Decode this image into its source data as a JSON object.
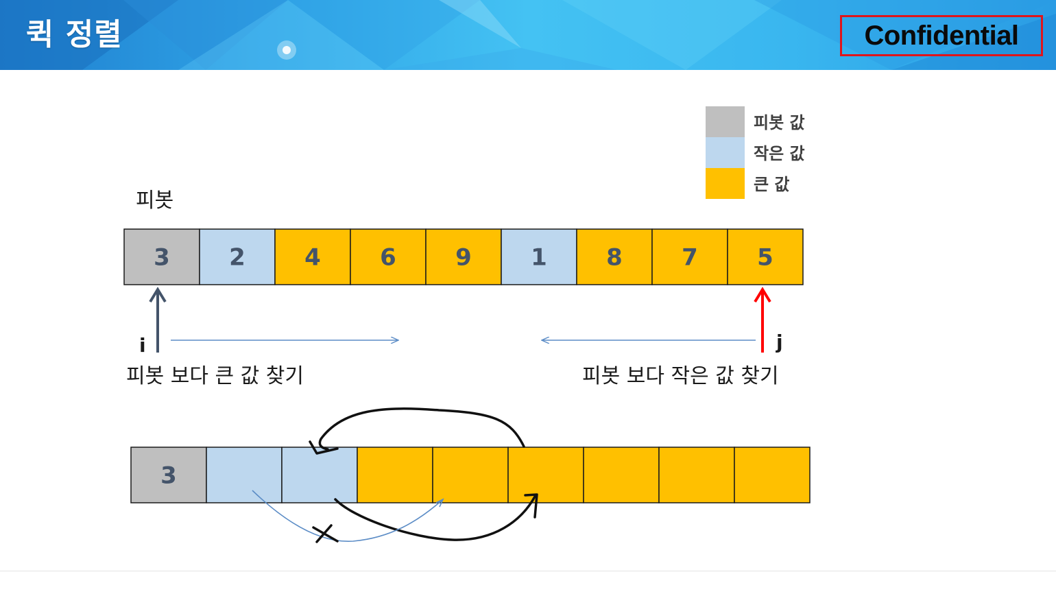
{
  "header": {
    "title": "퀵 정렬",
    "badge": "Confidential"
  },
  "legend": [
    {
      "label": "피봇 값",
      "color": "#bfbfbf"
    },
    {
      "label": "작은 값",
      "color": "#bdd7ee"
    },
    {
      "label": "큰 값",
      "color": "#ffc000"
    }
  ],
  "colors": {
    "pivot": "#bfbfbf",
    "small": "#bdd7ee",
    "large": "#ffc000",
    "cell_text": "#44546a",
    "i_arrow": "#44546a",
    "j_arrow": "#ff0000",
    "scan_arrow": "#5b8cc6"
  },
  "top_array": {
    "pivot_label": "피봇",
    "cells": [
      {
        "value": "3",
        "kind": "pivot"
      },
      {
        "value": "2",
        "kind": "small"
      },
      {
        "value": "4",
        "kind": "large"
      },
      {
        "value": "6",
        "kind": "large"
      },
      {
        "value": "9",
        "kind": "large"
      },
      {
        "value": "1",
        "kind": "small"
      },
      {
        "value": "8",
        "kind": "large"
      },
      {
        "value": "7",
        "kind": "large"
      },
      {
        "value": "5",
        "kind": "large"
      }
    ]
  },
  "pointers": {
    "i_label": "i",
    "j_label": "j",
    "i_caption": "피봇 보다 큰 값 찾기",
    "j_caption": "피봇 보다 작은 값 찾기"
  },
  "bottom_array": {
    "cells": [
      {
        "value": "3",
        "kind": "pivot"
      },
      {
        "value": "",
        "kind": "small"
      },
      {
        "value": "",
        "kind": "small"
      },
      {
        "value": "",
        "kind": "large"
      },
      {
        "value": "",
        "kind": "large"
      },
      {
        "value": "",
        "kind": "large"
      },
      {
        "value": "",
        "kind": "large"
      },
      {
        "value": "",
        "kind": "large"
      },
      {
        "value": "",
        "kind": "large"
      }
    ]
  }
}
